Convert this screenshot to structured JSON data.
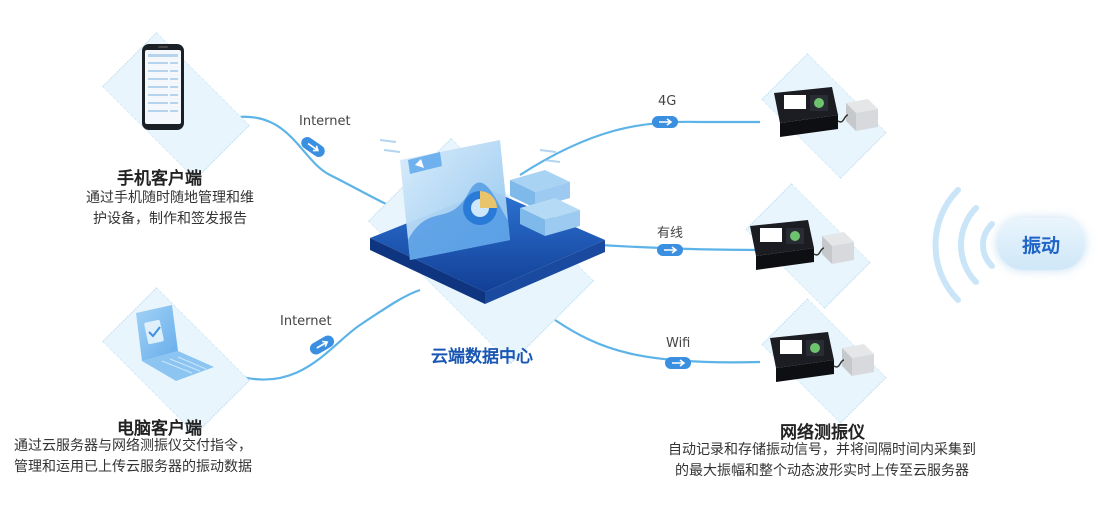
{
  "nodes": {
    "mobile": {
      "title": "手机客户端",
      "desc_line1": "通过手机随时随地管理和维",
      "desc_line2": "护设备，制作和签发报告"
    },
    "pc": {
      "title": "电脑客户端",
      "desc_line1": "通过云服务器与网络测振仪交付指令，",
      "desc_line2": "管理和运用已上传云服务器的振动数据"
    },
    "center": {
      "title": "云端数据中心"
    },
    "device": {
      "title": "网络测振仪",
      "desc_line1": "自动记录和存储振动信号，并将间隔时间内采集到",
      "desc_line2": "的最大振幅和整个动态波形实时上传至云服务器"
    }
  },
  "connections": {
    "mobile_link": "Internet",
    "pc_link": "Internet",
    "device_4g": "4G",
    "device_wired": "有线",
    "device_wifi": "Wifi"
  },
  "vibration": {
    "label": "振动"
  },
  "colors": {
    "line": "#5cb3e8",
    "accent": "#1a56b3",
    "platform": "#1e5fc0",
    "diamond": "#e9f5fc"
  }
}
